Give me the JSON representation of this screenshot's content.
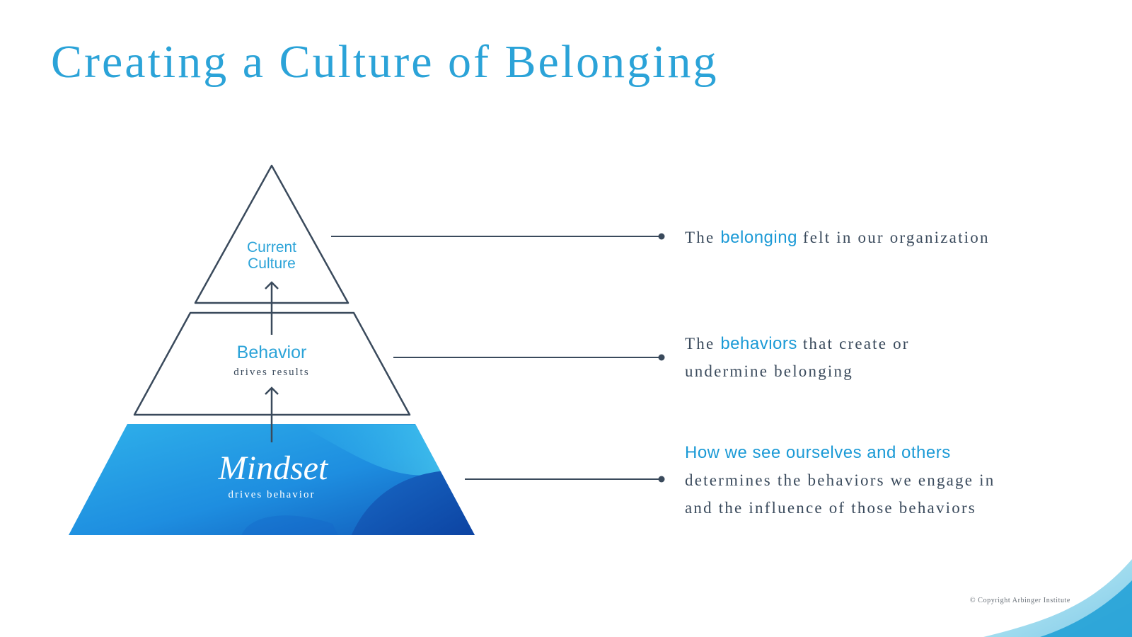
{
  "slide": {
    "title": "Creating a Culture of Belonging",
    "copyright": "© Copyright Arbinger Institute"
  },
  "pyramid": {
    "top": {
      "line1": "Current",
      "line2": "Culture"
    },
    "middle": {
      "label": "Behavior",
      "sub": "drives results"
    },
    "base": {
      "label": "Mindset",
      "sub": "drives behavior"
    }
  },
  "descriptions": {
    "culture": {
      "before": "The ",
      "highlight": "belonging",
      "after": " felt in our organization"
    },
    "behavior": {
      "before": "The ",
      "highlight": "behaviors",
      "after": " that create or",
      "line2": "undermine belonging"
    },
    "mindset": {
      "highlight": "How we see ourselves and others",
      "line2": "determines the behaviors we engage in",
      "line3": "and the influence of those behaviors"
    }
  },
  "colors": {
    "accent": "#2ba3d8",
    "stroke": "#3a4a5c",
    "base_gradient": [
      "#2aa8e6",
      "#1a76d2",
      "#0e47a8"
    ]
  }
}
